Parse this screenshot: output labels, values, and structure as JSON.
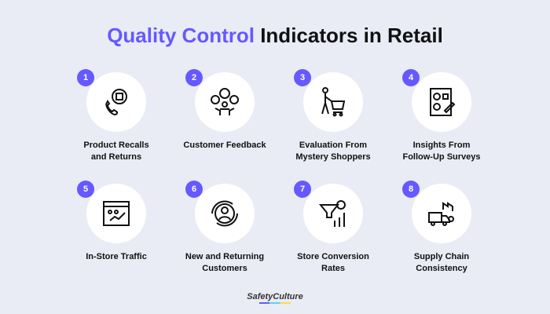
{
  "title": {
    "accent": "Quality Control",
    "rest": "Indicators in Retail"
  },
  "items": [
    {
      "number": "1",
      "label": "Product Recalls\nand Returns",
      "icon": "phone-box-return-icon"
    },
    {
      "number": "2",
      "label": "Customer Feedback",
      "icon": "feedback-icon"
    },
    {
      "number": "3",
      "label": "Evaluation From\nMystery Shoppers",
      "icon": "shopper-cart-icon"
    },
    {
      "number": "4",
      "label": "Insights From\nFollow-Up Surveys",
      "icon": "survey-icon"
    },
    {
      "number": "5",
      "label": "In-Store Traffic",
      "icon": "traffic-chart-icon"
    },
    {
      "number": "6",
      "label": "New and Returning\nCustomers",
      "icon": "returning-customer-icon"
    },
    {
      "number": "7",
      "label": "Store Conversion\nRates",
      "icon": "conversion-funnel-icon"
    },
    {
      "number": "8",
      "label": "Supply Chain\nConsistency",
      "icon": "supply-chain-icon"
    }
  ],
  "logo": "SafetyCulture",
  "colors": {
    "accent": "#6559ff",
    "background": "#e9ecf5"
  }
}
